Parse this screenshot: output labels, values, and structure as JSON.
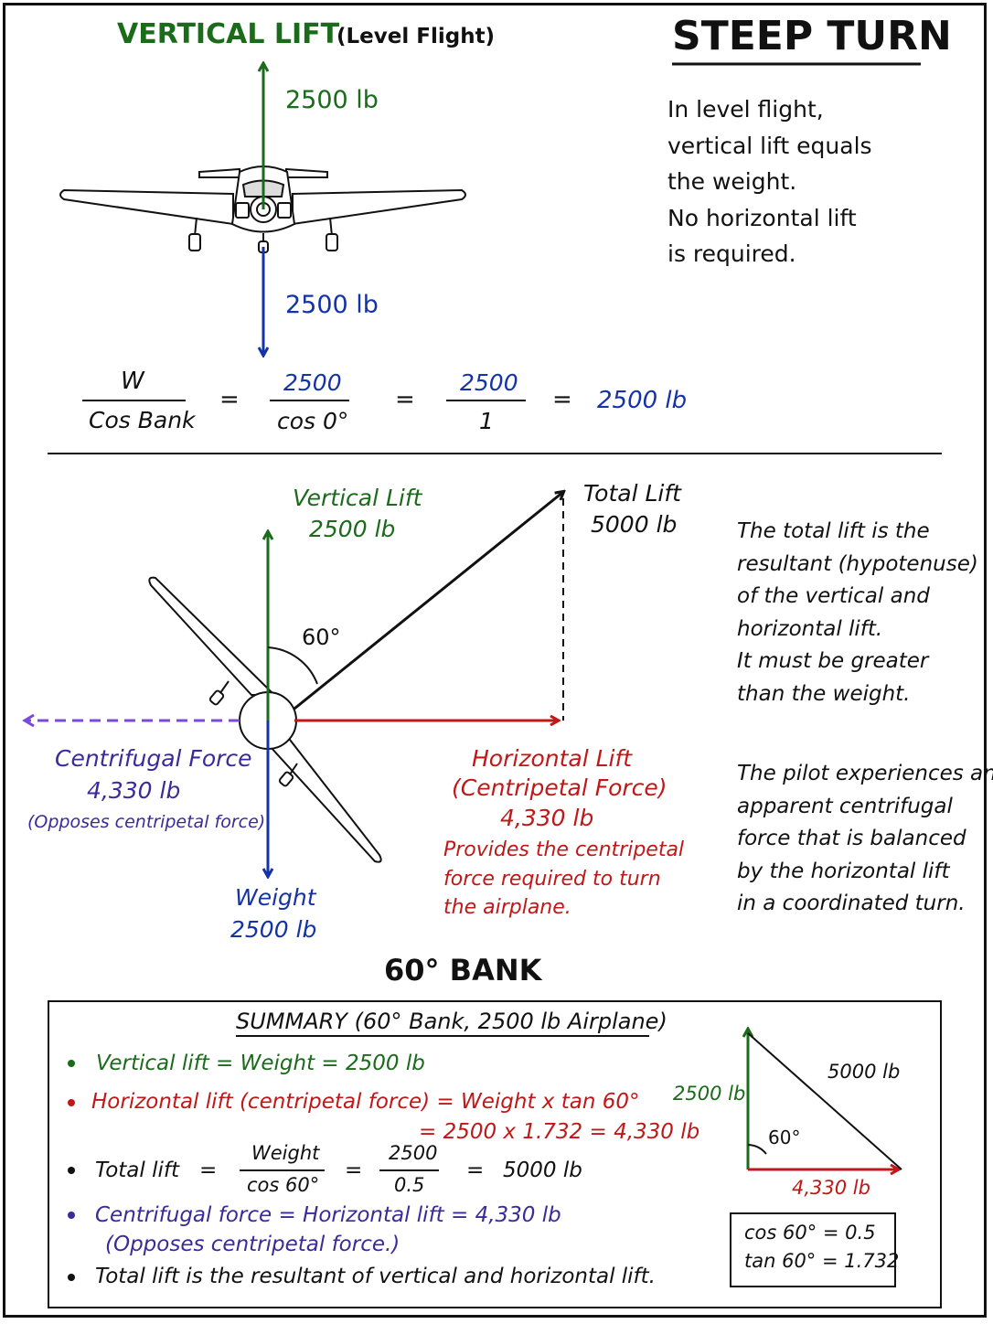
{
  "colors": {
    "green": "#1a6b1a",
    "blue": "#1433a8",
    "red": "#c01818",
    "purple": "#3a2a9a",
    "violet": "#7a4ad8"
  },
  "title": "STEEP TURN",
  "top": {
    "heading": "VERTICAL LIFT",
    "heading_note": "(Level Flight)",
    "lift_label": "2500 lb",
    "weight_label": "2500 lb",
    "description": [
      "In level flight,",
      "vertical lift equals",
      "the weight.",
      "No horizontal lift",
      "is required."
    ],
    "formula": {
      "num1": "W",
      "den1": "Cos Bank",
      "num2": "2500",
      "den2": "cos 0°",
      "num3": "2500",
      "den3": "1",
      "equals": "=",
      "result": "2500 lb"
    }
  },
  "bank": {
    "vertical_label": "Vertical Lift",
    "vertical_value": "2500 lb",
    "total_label": "Total Lift",
    "total_value": "5000 lb",
    "angle": "60°",
    "centrifugal_label": "Centrifugal Force",
    "centrifugal_value": "4,330 lb",
    "centrifugal_note": "(Opposes centripetal force)",
    "horizontal_label": "Horizontal Lift",
    "horizontal_sub": "(Centripetal Force)",
    "horizontal_value": "4,330 lb",
    "horizontal_note": [
      "Provides the centripetal",
      "force required to turn",
      "the airplane."
    ],
    "weight_label": "Weight",
    "weight_value": "2500 lb",
    "caption": "60° BANK",
    "text1": [
      "The total lift is the",
      "resultant (hypotenuse)",
      "of the vertical and",
      "horizontal lift.",
      "It must be greater",
      "than the weight."
    ],
    "text2": [
      "The pilot experiences an",
      "apparent centrifugal",
      "force that is balanced",
      "by the horizontal lift",
      "in a coordinated turn."
    ]
  },
  "summary": {
    "title": "SUMMARY (60° Bank, 2500 lb Airplane)",
    "line1": "Vertical lift  =  Weight  =  2500 lb",
    "line2a": "Horizontal lift (centripetal force)  =  Weight x tan 60°",
    "line2b": "=  2500 x 1.732  =  4,330 lb",
    "line3_label": "Total lift",
    "line3_eq": "=",
    "line3_num1": "Weight",
    "line3_den1": "cos 60°",
    "line3_num2": "2500",
    "line3_den2": "0.5",
    "line3_result": "5000 lb",
    "line4a": "Centrifugal force  =  Horizontal lift  =  4,330 lb",
    "line4b": "(Opposes centripetal force.)",
    "line5": "Total lift is the resultant of vertical and horizontal lift.",
    "tri_vertical": "2500 lb",
    "tri_hyp": "5000 lb",
    "tri_angle": "60°",
    "tri_base": "4,330 lb",
    "trig1": "cos 60°  =  0.5",
    "trig2": "tan 60°  =  1.732"
  }
}
